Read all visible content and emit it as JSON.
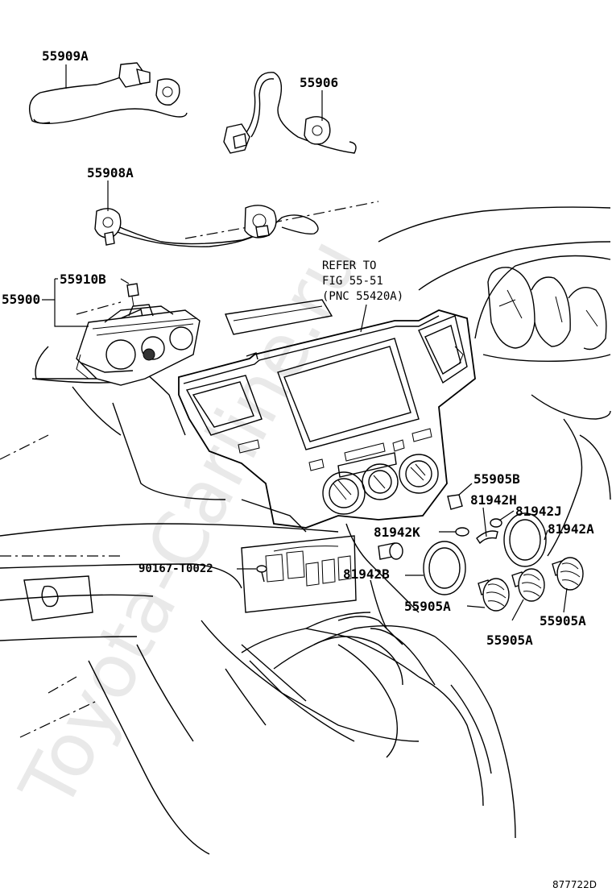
{
  "labels": {
    "p55909a": "55909A",
    "p55906": "55906",
    "p55908a": "55908A",
    "p55910b": "55910B",
    "p55900": "55900",
    "refer_line1": "REFER TO",
    "refer_line2": "FIG 55-51",
    "refer_line3": "(PNC 55420A)",
    "p55905b": "55905B",
    "p81942h": "81942H",
    "p81942j": "81942J",
    "p81942k": "81942K",
    "p81942a": "81942A",
    "p90167": "90167-T0022",
    "p81942b": "81942B",
    "p55905a_1": "55905A",
    "p55905a_2": "55905A",
    "p55905a_3": "55905A"
  },
  "watermark": "Toyota-Carline.ru",
  "figure_ref": "877722D"
}
